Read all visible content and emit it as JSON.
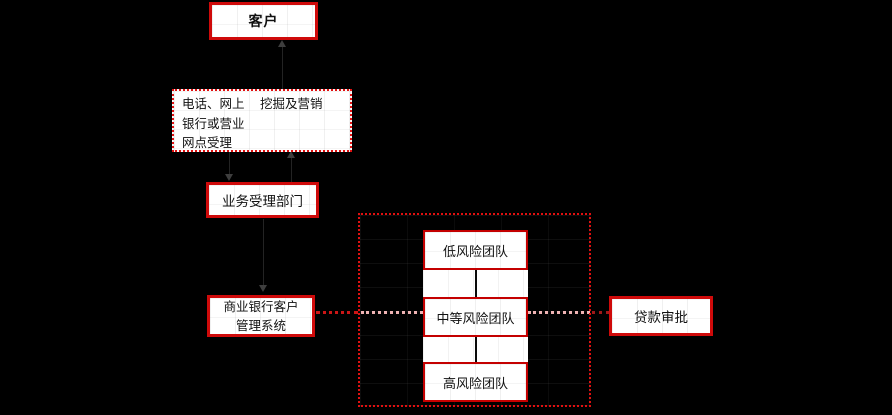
{
  "diagram": {
    "title": "bank-loan-risk-flowchart",
    "background_color": "#000000",
    "accent_red": "#cf0a0a",
    "nodes": {
      "customer": {
        "label": "客户"
      },
      "channel": {
        "line1": "电话、网上",
        "line2": "银行或营业",
        "line3": "网点受理",
        "side": "挖掘及营销"
      },
      "acceptance": {
        "label": "业务受理部门"
      },
      "crm": {
        "line1": "商业银行客户",
        "line2": "管理系统"
      },
      "low_risk": {
        "label": "低风险团队"
      },
      "medium_risk": {
        "label": "中等风险团队"
      },
      "high_risk": {
        "label": "高风险团队"
      },
      "loan_approval": {
        "label": "贷款审批"
      }
    }
  }
}
